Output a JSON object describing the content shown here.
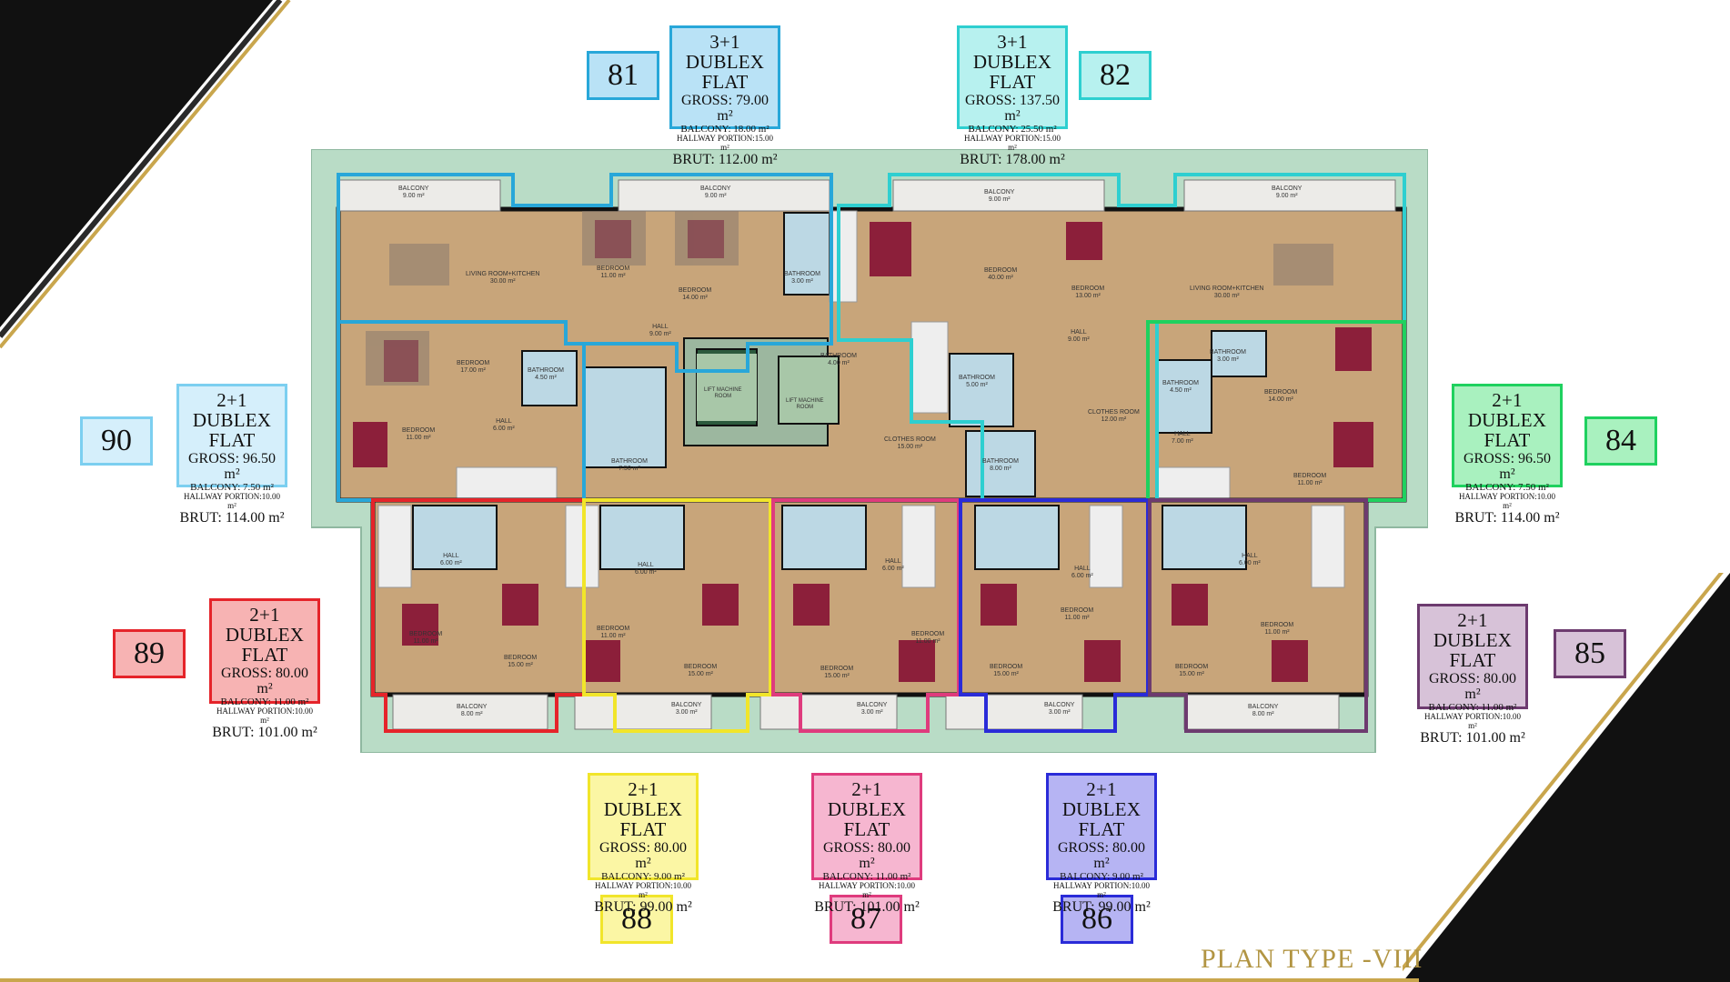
{
  "title": "PLAN TYPE -VIII",
  "colors": {
    "gold": "#c9a64d",
    "black": "#111111",
    "site_green": "#b9dcc6",
    "floor_wood": "#c8a57a",
    "bath_blue": "#bcd8e4"
  },
  "units": [
    {
      "id": "81",
      "t1": "3+1 DUBLEX",
      "t2": "FLAT",
      "gross": "GROSS: 79.00 m²",
      "balcony": "BALCONY: 18.00 m²",
      "hall": "HALLWAY PORTION:15.00 m²",
      "brut": "BRUT: 112.00 m²",
      "color": "#28a7d9",
      "fill": "#b9e2f6"
    },
    {
      "id": "82",
      "t1": "3+1 DUBLEX",
      "t2": "FLAT",
      "gross": "GROSS: 137.50 m²",
      "balcony": "BALCONY: 25.50 m²",
      "hall": "HALLWAY PORTION:15.00 m²",
      "brut": "BRUT: 178.00 m²",
      "color": "#2ecfd0",
      "fill": "#b7f1ef"
    },
    {
      "id": "90",
      "t1": "2+1 DUBLEX",
      "t2": "FLAT",
      "gross": "GROSS: 96.50 m²",
      "balcony": "BALCONY: 7.50 m²",
      "hall": "HALLWAY PORTION:10.00 m²",
      "brut": "BRUT: 114.00 m²",
      "color": "#7ccff0",
      "fill": "#d5effb"
    },
    {
      "id": "84",
      "t1": "2+1 DUBLEX",
      "t2": "FLAT",
      "gross": "GROSS: 96.50 m²",
      "balcony": "BALCONY: 7.50 m²",
      "hall": "HALLWAY PORTION:10.00 m²",
      "brut": "BRUT: 114.00 m²",
      "color": "#1fd15f",
      "fill": "#a9f1bf"
    },
    {
      "id": "89",
      "t1": "2+1 DUBLEX",
      "t2": "FLAT",
      "gross": "GROSS: 80.00 m²",
      "balcony": "BALCONY: 11.00 m²",
      "hall": "HALLWAY PORTION:10.00 m²",
      "brut": "BRUT: 101.00 m²",
      "color": "#e5242a",
      "fill": "#f7b3b3"
    },
    {
      "id": "85",
      "t1": "2+1 DUBLEX",
      "t2": "FLAT",
      "gross": "GROSS: 80.00 m²",
      "balcony": "BALCONY: 11.00 m²",
      "hall": "HALLWAY PORTION:10.00 m²",
      "brut": "BRUT: 101.00 m²",
      "color": "#6d3b6f",
      "fill": "#d7c2d8"
    },
    {
      "id": "88",
      "t1": "2+1 DUBLEX",
      "t2": "FLAT",
      "gross": "GROSS: 80.00 m²",
      "balcony": "BALCONY: 9.00 m²",
      "hall": "HALLWAY PORTION:10.00 m²",
      "brut": "BRUT: 99.00 m²",
      "color": "#f1e52a",
      "fill": "#fbf6a4"
    },
    {
      "id": "87",
      "t1": "2+1 DUBLEX",
      "t2": "FLAT",
      "gross": "GROSS: 80.00 m²",
      "balcony": "BALCONY: 11.00 m²",
      "hall": "HALLWAY PORTION:10.00 m²",
      "brut": "BRUT: 101.00 m²",
      "color": "#df3b7d",
      "fill": "#f6b6d0"
    },
    {
      "id": "86",
      "t1": "2+1 DUBLEX",
      "t2": "FLAT",
      "gross": "GROSS: 80.00 m²",
      "balcony": "BALCONY: 9.00 m²",
      "hall": "HALLWAY PORTION:10.00 m²",
      "brut": "BRUT: 99.00 m²",
      "color": "#2a2bd8",
      "fill": "#b6b4f3"
    }
  ],
  "rooms": {
    "balcony_9": "BALCONY\n9.00 m²",
    "living_30": "LIVING ROOM+KITCHEN\n30.00 m²",
    "bedroom_11": "BEDROOM\n11.00 m²",
    "bedroom_14": "BEDROOM\n14.00 m²",
    "bathroom_3": "BATHROOM\n3.00 m²",
    "hall_9": "HALL\n9.00 m²",
    "bathroom_4": "BATHROOM\n4.00 m²",
    "bedroom_17": "BEDROOM\n17.00 m²",
    "bathroom_45": "BATHROOM\n4.50 m²",
    "hall_6": "HALL\n6.00 m²",
    "bathroom_75": "BATHROOM\n7.50 m²",
    "lift1": "LIFT MACHINE\nROOM",
    "lift2": "LIFT MACHINE\nROOM",
    "bedroom_40": "BEDROOM\n40.00 m²",
    "bedroom_13": "BEDROOM\n13.00 m²",
    "clothes_15": "CLOTHES ROOM\n15.00 m²",
    "bathroom_5": "BATHROOM\n5.00 m²",
    "bathroom_8": "BATHROOM\n8.00 m²",
    "clothes_12": "CLOTHES ROOM\n12.00 m²",
    "hall_7": "HALL\n7.00 m²",
    "bedroom_15": "BEDROOM\n15.00 m²",
    "balcony_8": "BALCONY\n8.00 m²",
    "balcony_3": "BALCONY\n3.00 m²"
  }
}
